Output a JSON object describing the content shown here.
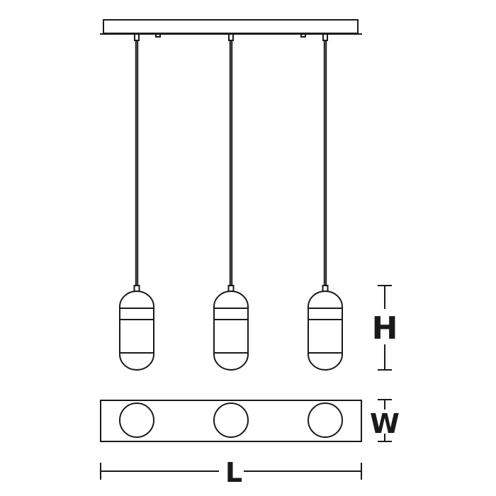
{
  "dimensions": {
    "height_label": "H",
    "width_label": "W",
    "length_label": "L"
  },
  "pendant_count": 3,
  "line_color": "#1a1a1a"
}
